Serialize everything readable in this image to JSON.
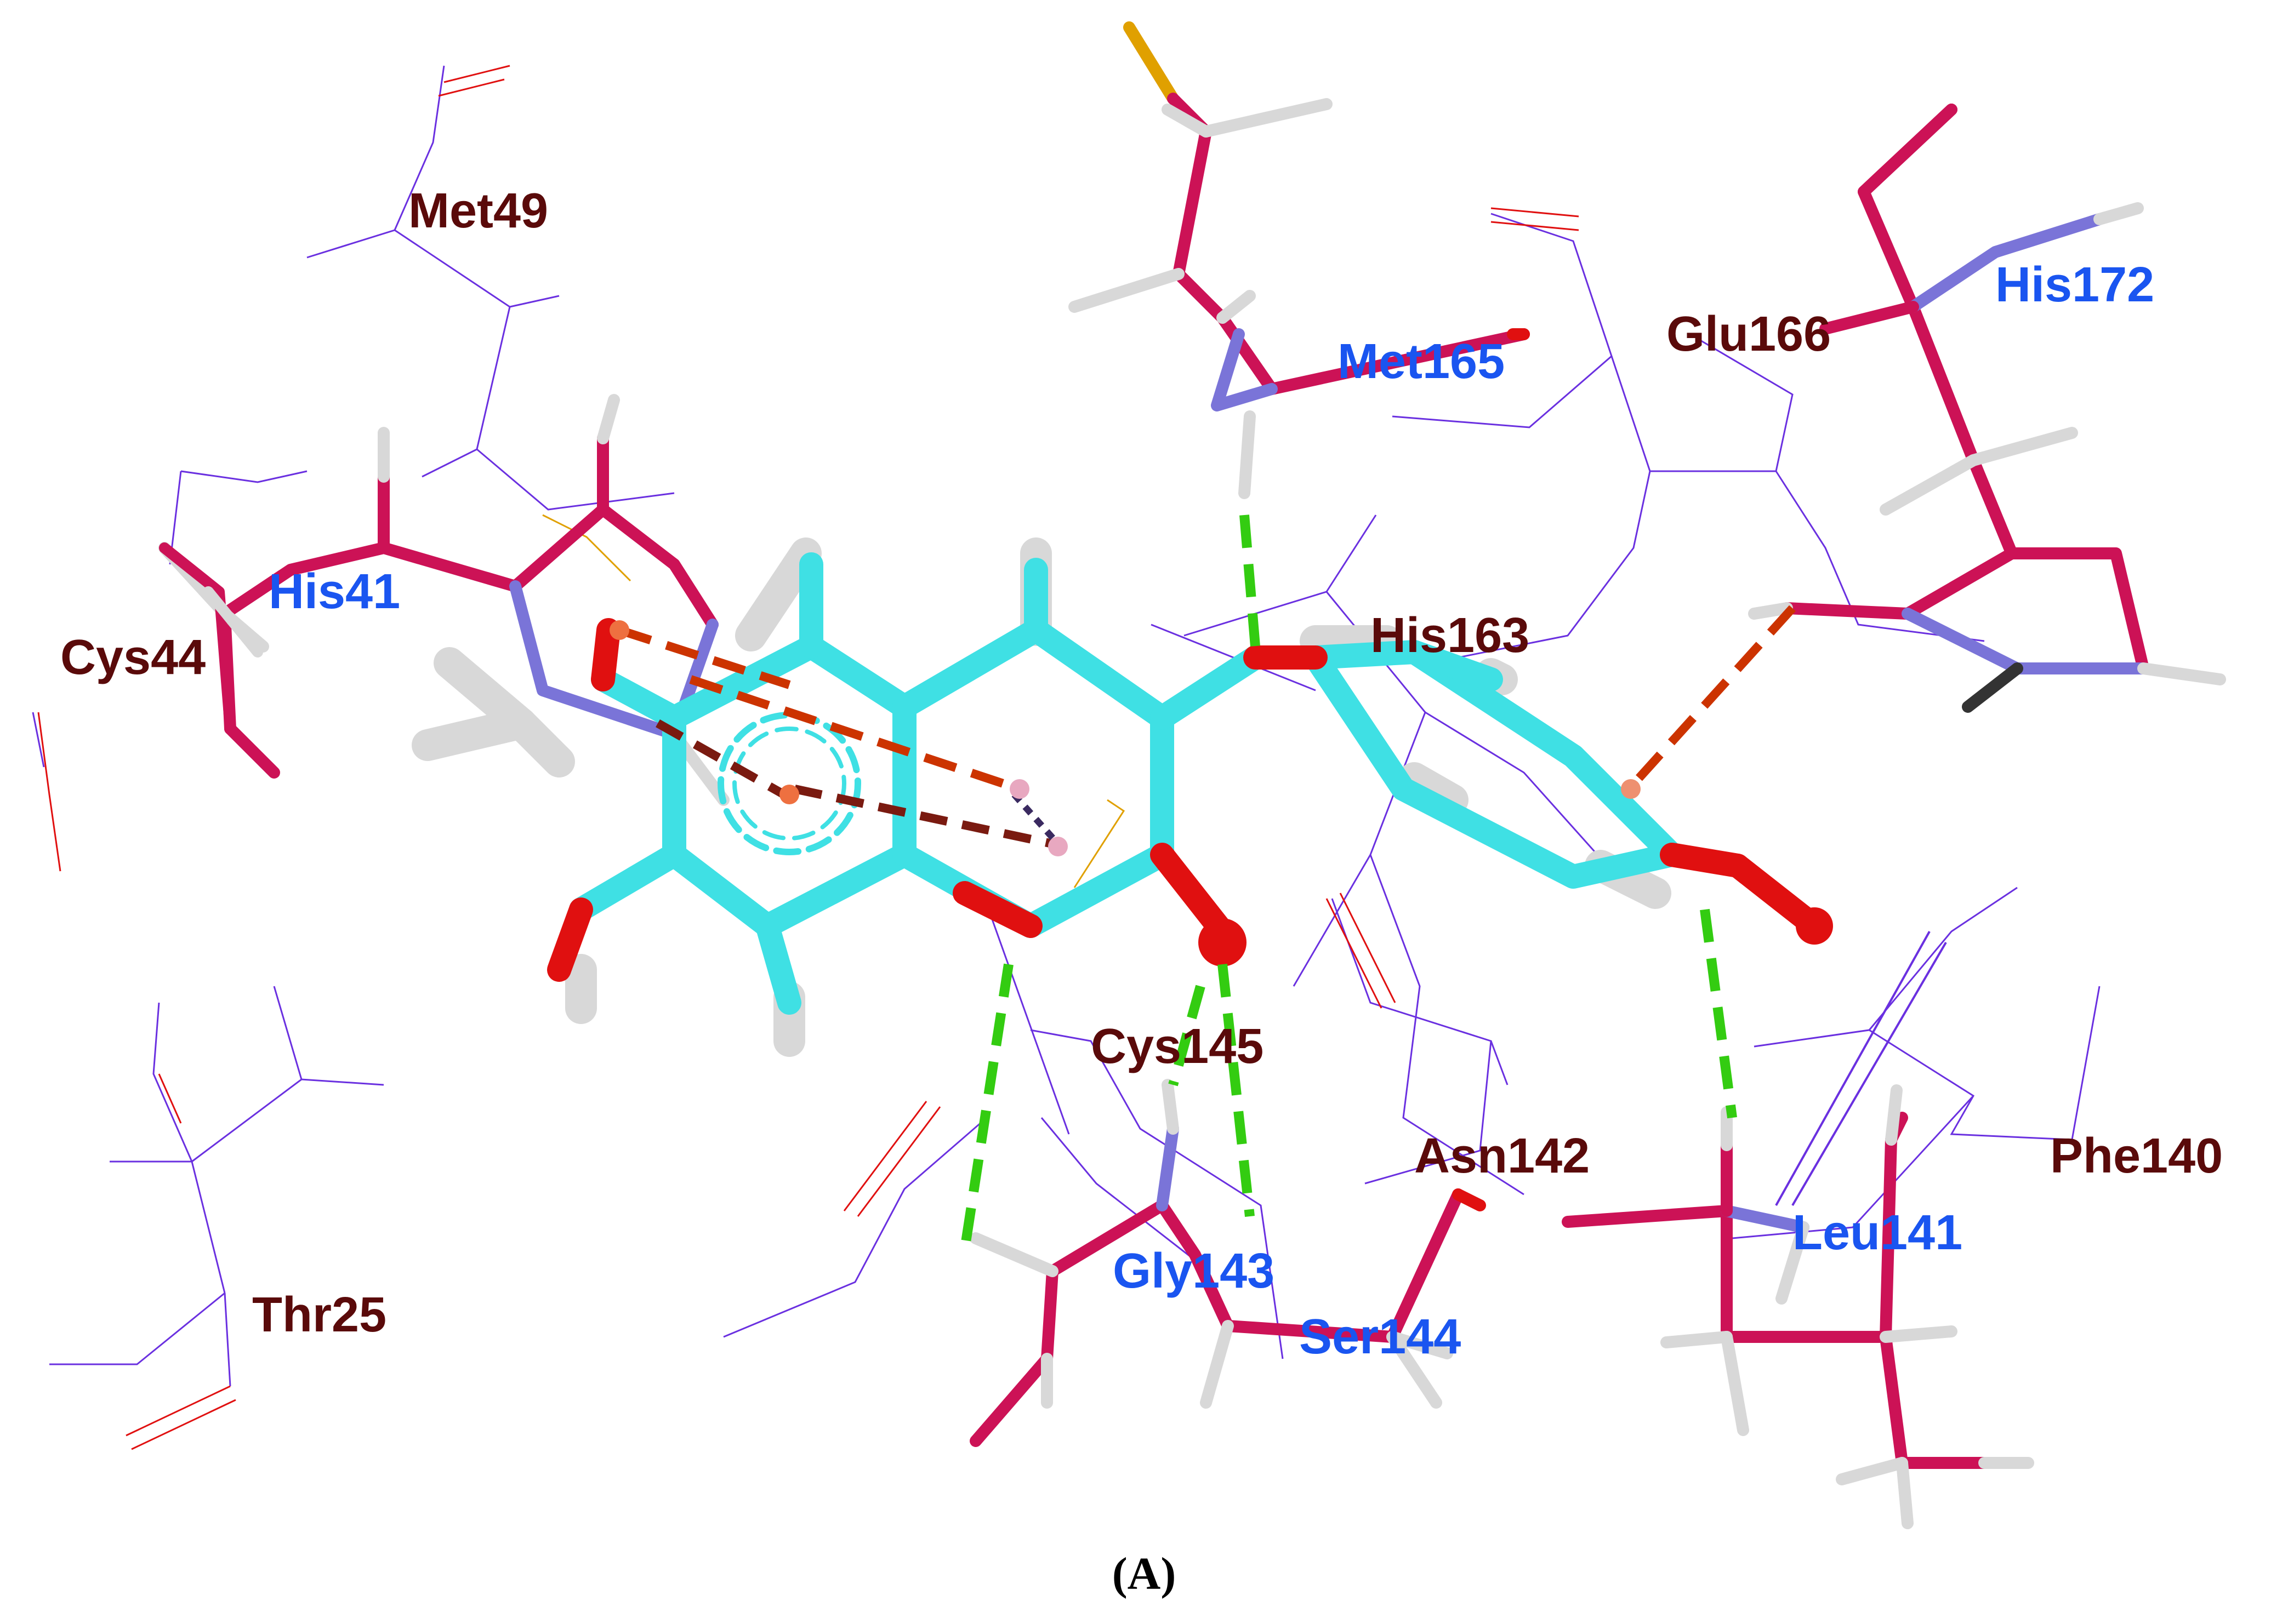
{
  "panel_caption": "(A)",
  "colors": {
    "ligand_carbon": "#3fe0e4",
    "ligand_oxygen": "#e01010",
    "hydrogen": "#d8d8d8",
    "residue_stick": "#cc1256",
    "residue_nitrogen": "#6f6fd8",
    "sulfur": "#e0a000",
    "thin_line": "#6a30e0",
    "hbond": "#33cc11",
    "pi_interaction": "#cc3300",
    "pi_alkyl": "#a0306a",
    "label_dark": "#5a0a0a",
    "label_blue": "#1a55f0"
  },
  "residues": [
    {
      "id": "met49",
      "name": "Met49",
      "kind": "dark"
    },
    {
      "id": "his41",
      "name": "His41",
      "kind": "blue"
    },
    {
      "id": "cys44",
      "name": "Cys44",
      "kind": "dark"
    },
    {
      "id": "thr25",
      "name": "Thr25",
      "kind": "dark"
    },
    {
      "id": "met165",
      "name": "Met165",
      "kind": "blue"
    },
    {
      "id": "glu166",
      "name": "Glu166",
      "kind": "dark"
    },
    {
      "id": "his172",
      "name": "His172",
      "kind": "blue"
    },
    {
      "id": "his163",
      "name": "His163",
      "kind": "dark"
    },
    {
      "id": "cys145",
      "name": "Cys145",
      "kind": "dark"
    },
    {
      "id": "asn142",
      "name": "Asn142",
      "kind": "dark"
    },
    {
      "id": "phe140",
      "name": "Phe140",
      "kind": "dark"
    },
    {
      "id": "leu141",
      "name": "Leu141",
      "kind": "blue"
    },
    {
      "id": "gly143",
      "name": "Gly143",
      "kind": "blue"
    },
    {
      "id": "ser144",
      "name": "Ser144",
      "kind": "blue"
    }
  ]
}
